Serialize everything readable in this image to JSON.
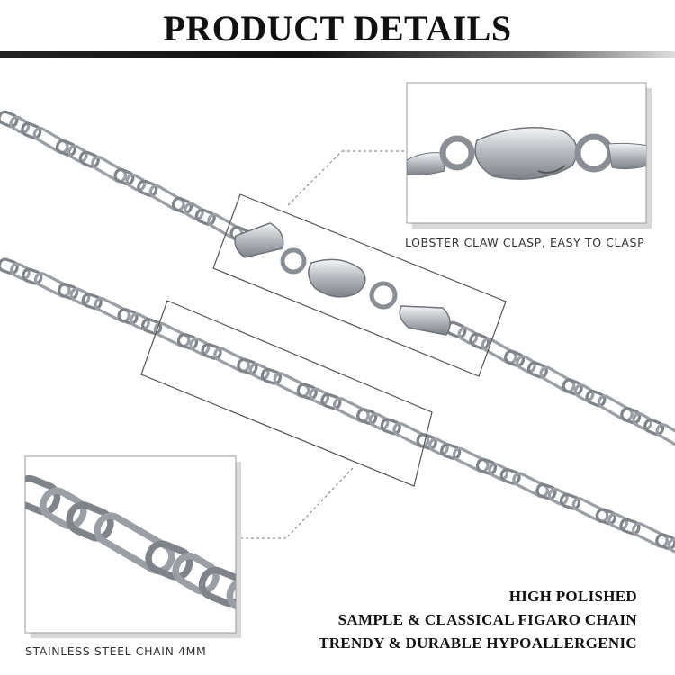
{
  "header": {
    "title": "PRODUCT DETAILS"
  },
  "callouts": {
    "clasp_caption": "LOBSTER CLAW CLASP, EASY TO CLASP",
    "chain_caption": "STAINLESS STEEL CHAIN 4MM"
  },
  "features": [
    "HIGH POLISHED",
    "SAMPLE & CLASSICAL FIGARO CHAIN",
    "TRENDY & DURABLE HYPOALLERGENIC"
  ],
  "colors": {
    "metal": "#c9ccd0",
    "metal_edge": "#6f747a",
    "frame": "#555555"
  }
}
